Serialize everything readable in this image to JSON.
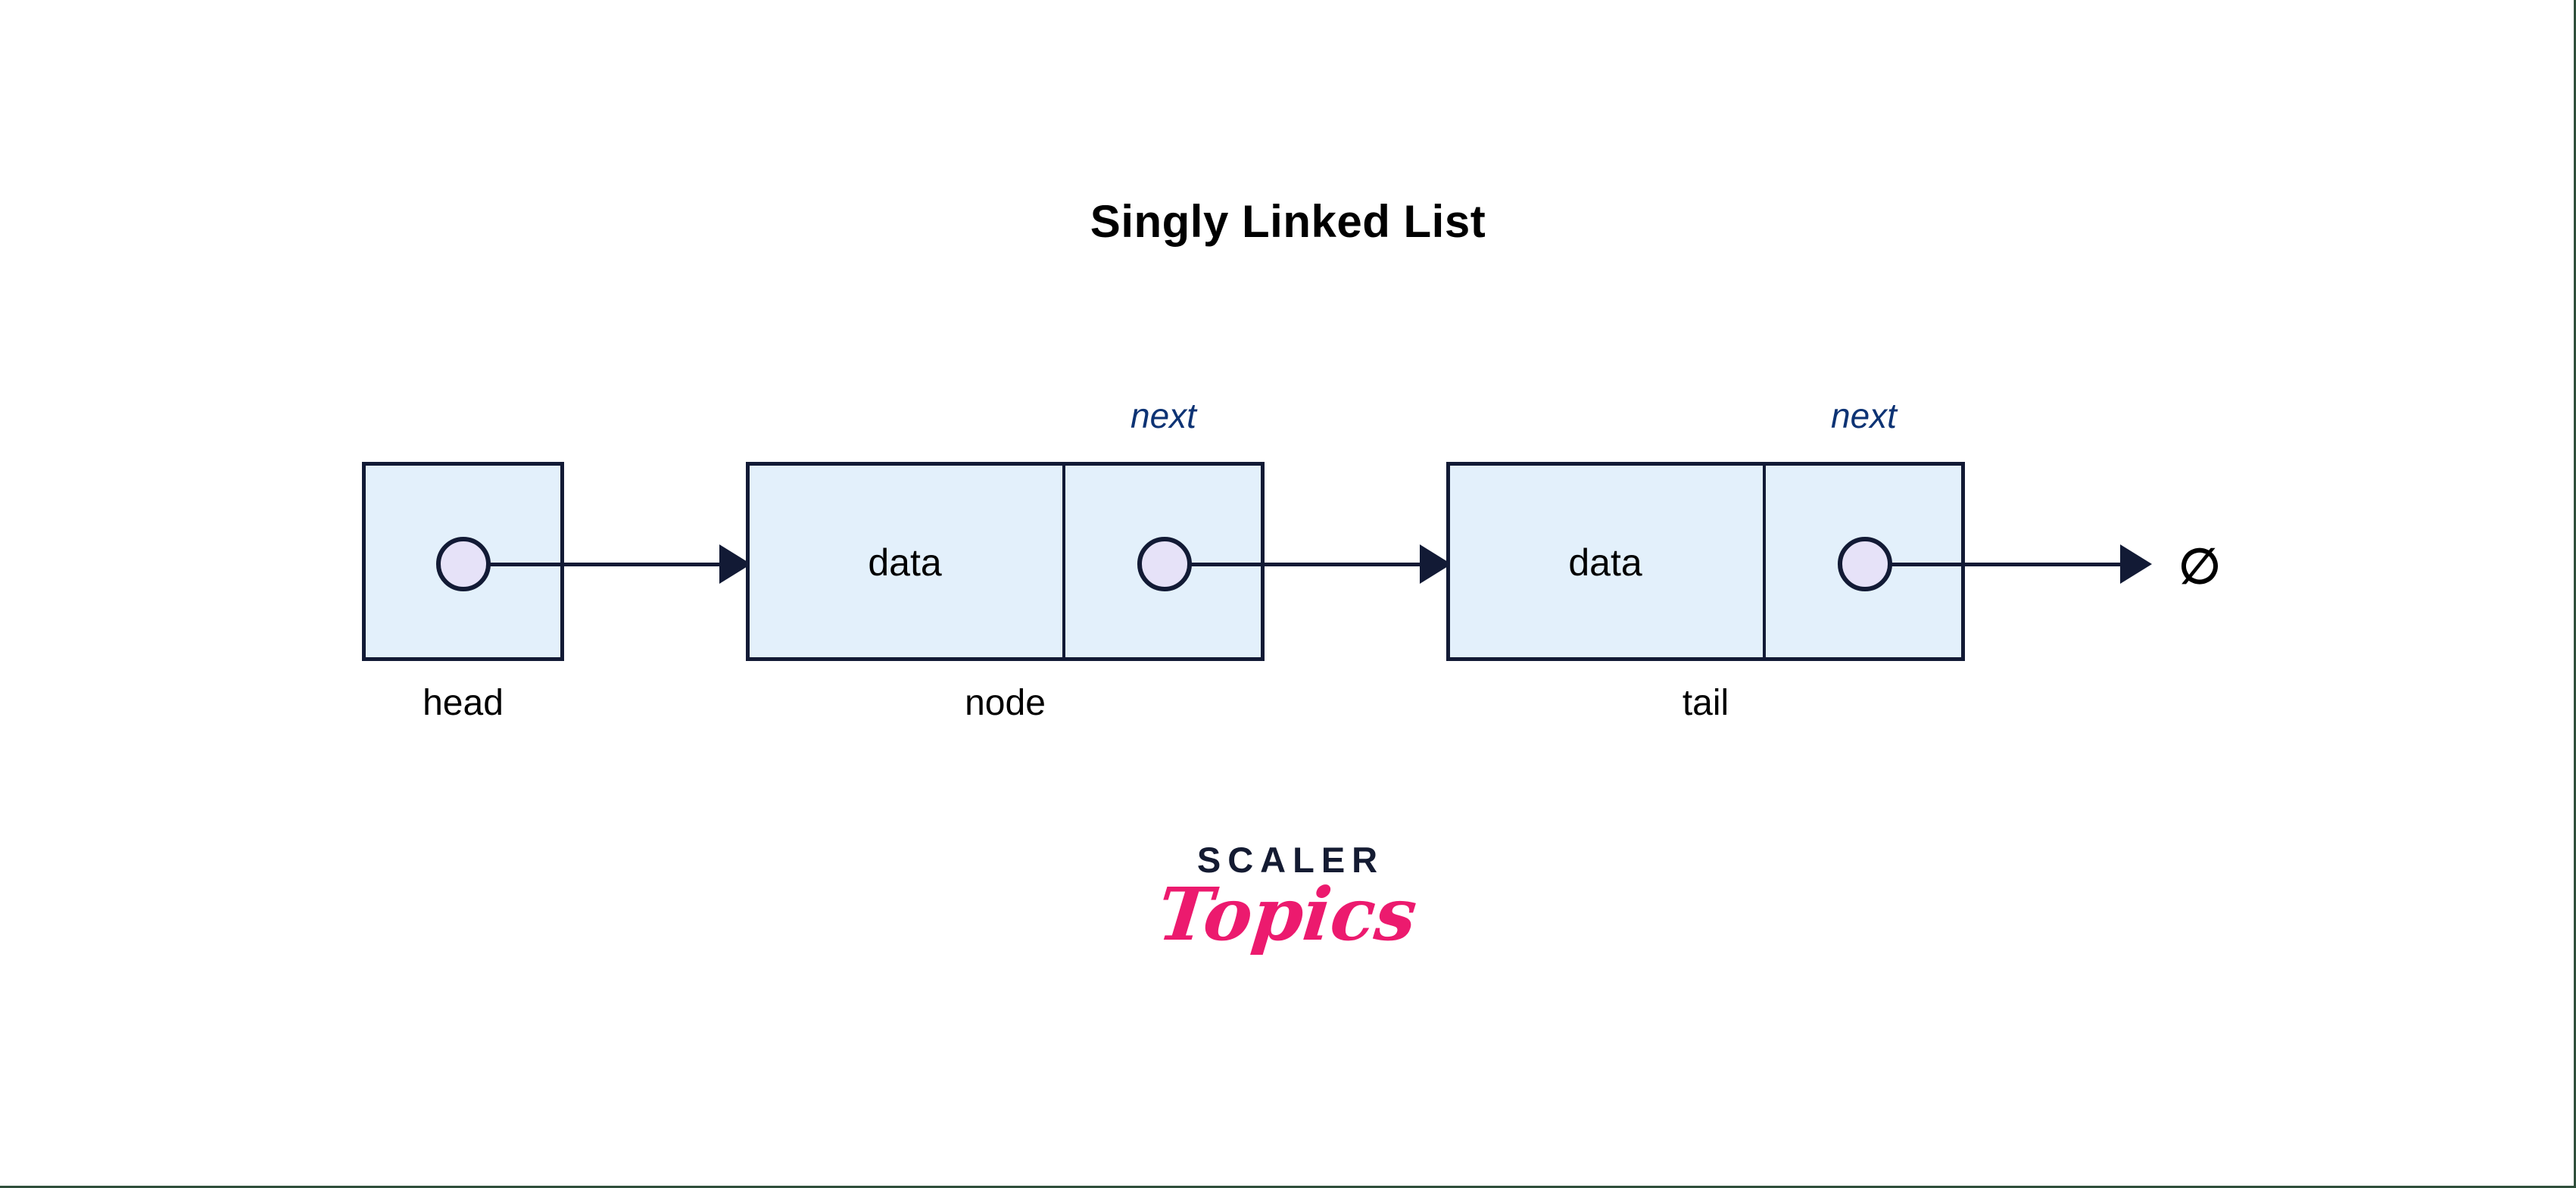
{
  "title": "Singly Linked List",
  "colors": {
    "box_fill": "#e3f0fb",
    "box_border": "#121a35",
    "pointer_fill": "#e6e2f8",
    "next_label": "#0d3374",
    "logo_pink": "#ec1a6e",
    "logo_navy": "#141b32",
    "background": "#ffffff"
  },
  "diagram": {
    "type": "linked-list",
    "head": {
      "caption": "head",
      "pointer_icon": "pointer-dot-icon"
    },
    "nodes": [
      {
        "caption": "node",
        "data_label": "data",
        "next_label": "next",
        "pointer_icon": "pointer-dot-icon"
      },
      {
        "caption": "tail",
        "data_label": "data",
        "next_label": "next",
        "pointer_icon": "pointer-dot-icon"
      }
    ],
    "terminator": {
      "symbol": "∅",
      "meaning": "null"
    },
    "arrows": [
      {
        "from": "head",
        "to": "node"
      },
      {
        "from": "node",
        "to": "tail"
      },
      {
        "from": "tail",
        "to": "null"
      }
    ]
  },
  "logo": {
    "primary": "SCALER",
    "secondary": "Topics"
  }
}
